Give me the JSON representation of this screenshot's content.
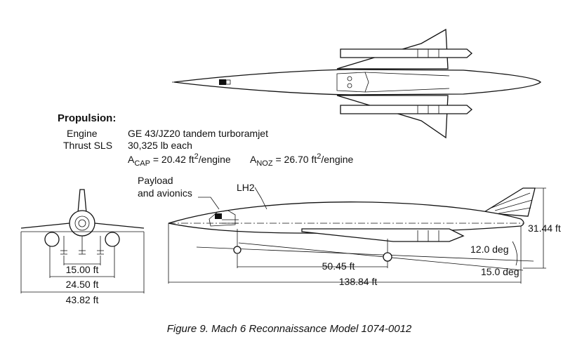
{
  "propulsion": {
    "heading": "Propulsion:",
    "engine_label": "Engine",
    "engine_value": "GE 43/JZ20 tandem turboramjet",
    "thrust_label": "Thrust SLS",
    "thrust_value": "30,325 lb each",
    "acap_prefix": "A",
    "acap_sub": "CAP",
    "acap_value": " = 20.42 ft",
    "acap_sup": "2",
    "acap_unit": "/engine",
    "anoz_prefix": "A",
    "anoz_sub": "NOZ",
    "anoz_value": " = 26.70 ft",
    "anoz_sup": "2",
    "anoz_unit": "/engine"
  },
  "callouts": {
    "payload_line1": "Payload",
    "payload_line2": "and avionics",
    "lh2": "LH2"
  },
  "front_view": {
    "gear_track": "15.00 ft",
    "nacelle_span": "24.50 ft",
    "wing_span": "43.82 ft"
  },
  "side_view": {
    "height": "31.44 ft",
    "gear_base": "50.45 ft",
    "length": "138.84 ft",
    "angle_1": "12.0 deg",
    "angle_2": "15.0 deg"
  },
  "caption": "Figure 9.  Mach 6 Reconnaissance Model 1074-0012"
}
